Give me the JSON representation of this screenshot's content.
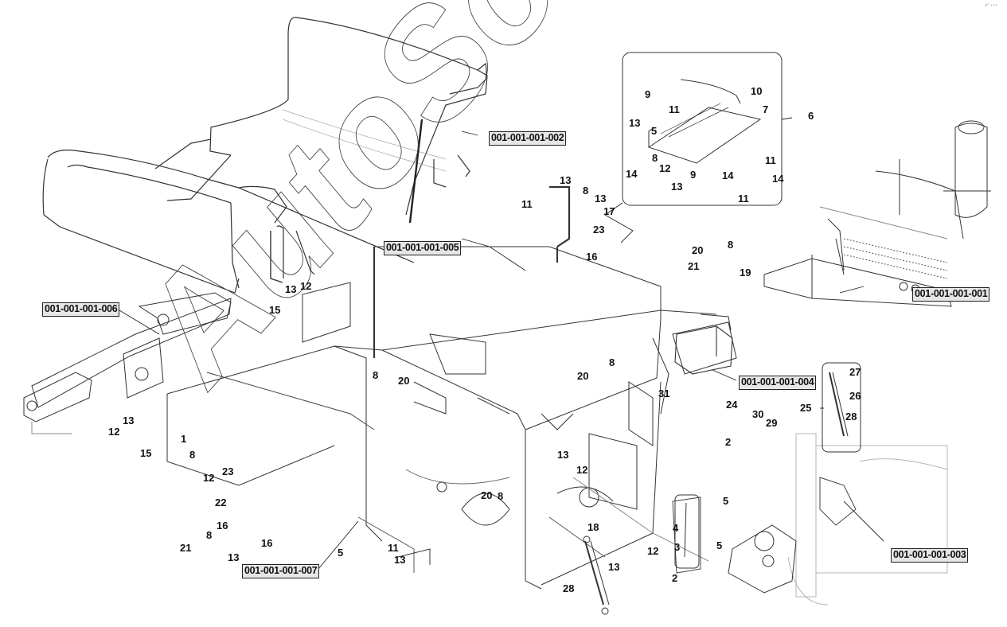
{
  "diagram": {
    "type": "exploded-parts-diagram",
    "watermark": "AutoSoft",
    "corner_mark": "a° •••",
    "colors": {
      "line": "#222222",
      "light_line": "#b5b5b5",
      "label_bg": "#e6e6e6",
      "background": "#ffffff"
    },
    "assemblies": [
      {
        "id": "a1",
        "label": "001-001-001-001"
      },
      {
        "id": "a2",
        "label": "001-001-001-002"
      },
      {
        "id": "a3",
        "label": "001-001-001-003"
      },
      {
        "id": "a4",
        "label": "001-001-001-004"
      },
      {
        "id": "a5",
        "label": "001-001-001-005"
      },
      {
        "id": "a6",
        "label": "001-001-001-006"
      },
      {
        "id": "a7",
        "label": "001-001-001-007"
      }
    ],
    "callouts": [
      "9",
      "10",
      "11",
      "7",
      "6",
      "13",
      "5",
      "14",
      "8",
      "12",
      "11",
      "14",
      "9",
      "13",
      "14",
      "11",
      "13",
      "11",
      "8",
      "13",
      "17",
      "23",
      "16",
      "20",
      "8",
      "21",
      "19",
      "13",
      "12",
      "15",
      "8",
      "20",
      "20",
      "8",
      "31",
      "27",
      "26",
      "25",
      "28",
      "24",
      "30",
      "29",
      "2",
      "13",
      "12",
      "15",
      "1",
      "8",
      "23",
      "12",
      "22",
      "16",
      "8",
      "16",
      "21",
      "13",
      "5",
      "11",
      "13",
      "13",
      "12",
      "20",
      "8",
      "18",
      "12",
      "13",
      "28",
      "5",
      "4",
      "3",
      "5",
      "2"
    ]
  }
}
